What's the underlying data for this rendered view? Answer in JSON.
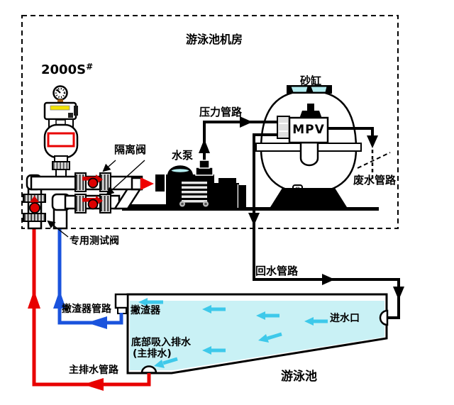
{
  "room": {
    "title": "游泳池机房"
  },
  "controller": {
    "model": "2000S",
    "model_suffix": "#"
  },
  "labels": {
    "isolation_valve": "隔离阀",
    "pump": "水泵",
    "pressure_pipe": "压力管路",
    "sand_filter": "砂缸",
    "mpv": "MPV",
    "waste_pipe": "废水管路",
    "test_valve": "专用测试阀",
    "return_pipe": "回水管路",
    "skimmer_pipe": "撇渣器管路",
    "skimmer": "撇渣器",
    "inlet": "进水口",
    "bottom_drain_line1": "底部吸入排水",
    "bottom_drain_line2": "(主排水)",
    "main_drain_pipe": "主排水管路",
    "pool": "游泳池"
  },
  "colors": {
    "pipe_red": "#e80000",
    "pipe_blue": "#1a53dd",
    "flow_cyan": "#3ec9ea",
    "pool_water": "#c9f1f5",
    "lid_window_cyan": "#b4ecef",
    "highlight_yellow": "#f2e200"
  }
}
